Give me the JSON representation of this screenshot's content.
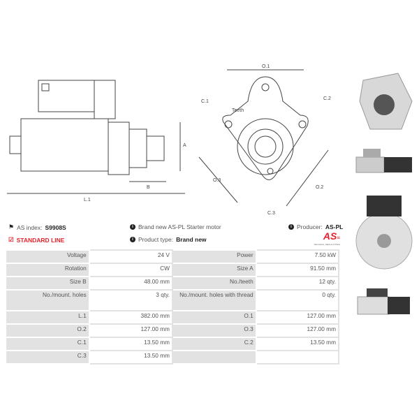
{
  "diagram_labels": {
    "l1": "L.1",
    "a": "A",
    "b": "B",
    "o1": "O.1",
    "o2": "O.2",
    "o3": "O.3",
    "c1": "C.1",
    "c2": "C.2",
    "c3": "C.3",
    "teeth": "Teeth"
  },
  "info": {
    "index_label": "AS index:",
    "index_value": "S9908S",
    "description": "Brand new AS-PL Starter motor",
    "producer_label": "Producer:",
    "producer_value": "AS-PL",
    "line": "STANDARD LINE",
    "type_label": "Product type:",
    "type_value": "Brand new",
    "logo_text": "AS",
    "logo_sub": "Alternators, Starters & Parts"
  },
  "colors": {
    "accent": "#e8202a"
  },
  "specs": [
    [
      "Voltage",
      "24 V",
      "Power",
      "7.50 kW"
    ],
    [
      "Rotation",
      "CW",
      "Size A",
      "91.50 mm"
    ],
    [
      "Size B",
      "48.00 mm",
      "No./teeth",
      "12 qty."
    ],
    [
      "No./mount. holes",
      "3 qty.",
      "No./mount. holes with thread",
      "0 qty."
    ],
    [
      "L.1",
      "382.00 mm",
      "O.1",
      "127.00 mm"
    ],
    [
      "O.2",
      "127.00 mm",
      "O.3",
      "127.00 mm"
    ],
    [
      "C.1",
      "13.50 mm",
      "C.2",
      "13.50 mm"
    ],
    [
      "C.3",
      "13.50 mm",
      "",
      ""
    ]
  ]
}
